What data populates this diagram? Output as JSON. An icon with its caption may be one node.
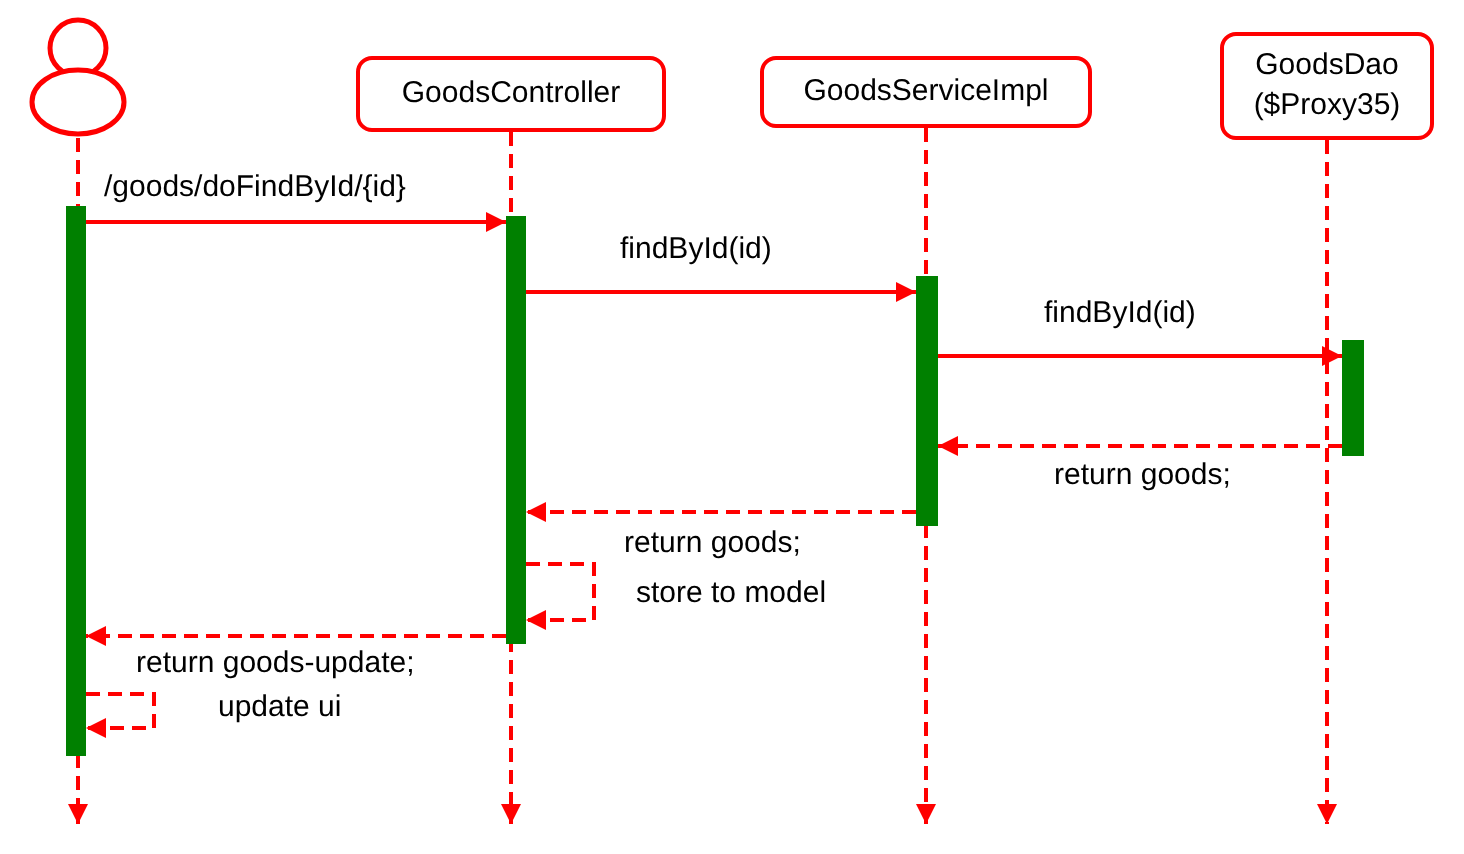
{
  "diagram": {
    "nodes": [
      {
        "text": [],
        "shape": "person"
      },
      {
        "text": [
          "GoodsController"
        ]
      },
      {
        "text": [
          "GoodsServiceImpl"
        ]
      },
      {
        "text": [
          "GoodsDao ($Proxy35)"
        ]
      },
      {
        "text": [],
        "shape": "bar"
      },
      {
        "text": [],
        "shape": "bar"
      },
      {
        "text": [],
        "shape": "bar"
      },
      {
        "text": [],
        "shape": "bar"
      }
    ],
    "edges": [
      {
        "from": 0,
        "to": null,
        "arrow": "to",
        "style": "dashed"
      },
      {
        "from": 1,
        "to": null,
        "arrow": "to",
        "style": "dashed"
      },
      {
        "from": 2,
        "to": null,
        "arrow": "to",
        "style": "dashed"
      },
      {
        "from": 3,
        "to": null,
        "arrow": "to",
        "style": "dashed"
      },
      {
        "from": 4,
        "to": 5,
        "arrow": "to",
        "label": "/goods/doFindById/{id}"
      },
      {
        "from": 5,
        "to": 6,
        "arrow": "to",
        "label": "findById(id)"
      },
      {
        "from": 6,
        "to": 7,
        "arrow": "to",
        "label": "findById(id)"
      },
      {
        "from": 7,
        "to": 6,
        "arrow": "to",
        "label": "return goods;",
        "style": "dashed"
      },
      {
        "from": 6,
        "to": 5,
        "arrow": "to",
        "label": "return goods;",
        "style": "dashed"
      },
      {
        "from": 5,
        "to": 5,
        "arrow": "to",
        "label": "store to model",
        "style": "dashed"
      },
      {
        "from": 5,
        "to": 4,
        "arrow": "to",
        "label": "return goods-update;",
        "style": "dashed"
      },
      {
        "from": 4,
        "to": 4,
        "arrow": "to",
        "label": "update ui",
        "style": "dashed"
      }
    ]
  }
}
